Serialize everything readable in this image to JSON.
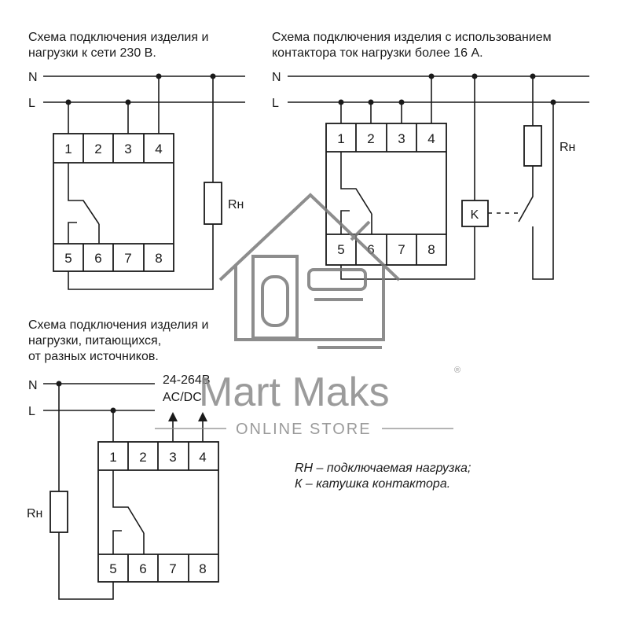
{
  "schemes": {
    "scheme1": {
      "caption_line1": "Схема подключения изделия и",
      "caption_line2": "нагрузки к сети 230 В."
    },
    "scheme2": {
      "caption_line1": "Схема подключения изделия с использованием",
      "caption_line2": "контактора ток нагрузки более 16 А."
    },
    "scheme3": {
      "caption_line1": "Схема подключения изделия и",
      "caption_line2": "нагрузки, питающихся,",
      "caption_line3": "от разных источников.",
      "supply_line1": "24-264В",
      "supply_line2": "AC/DC"
    }
  },
  "labels": {
    "neutral": "N",
    "line": "L",
    "load": "Rн",
    "coil": "K"
  },
  "terminals": {
    "top": [
      "1",
      "2",
      "3",
      "4"
    ],
    "bottom": [
      "5",
      "6",
      "7",
      "8"
    ]
  },
  "legend": {
    "line1": "RH – подключаемая нагрузка;",
    "line2": "К – катушка контактора."
  },
  "watermark": {
    "brand": "Mart Maks",
    "registered": "®",
    "subtitle": "ONLINE STORE",
    "color": "#8a8a8a"
  }
}
